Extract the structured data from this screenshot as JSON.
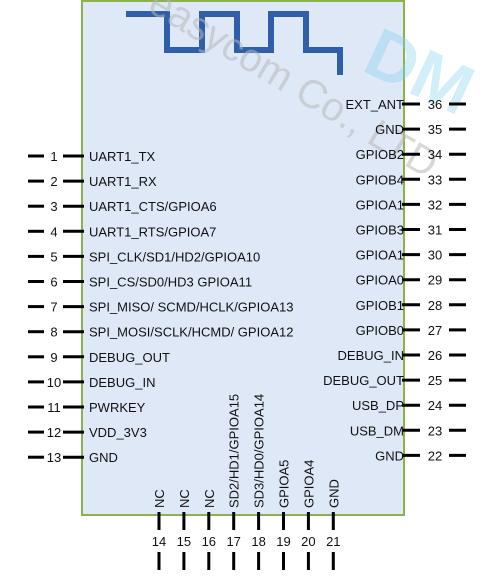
{
  "colors": {
    "module_fill": "#dfe8f7",
    "module_border": "#8cb24a",
    "antenna": "#2e5fa8",
    "pin_line": "#000000",
    "watermark": "#b8b8b8",
    "logo_watermark": "#7fd0ee"
  },
  "watermark": {
    "text": "easycom Co., LTD",
    "logo": "DM"
  },
  "antenna": {
    "icon": "meander-antenna"
  },
  "pins_left": [
    {
      "num": "1",
      "name": "UART1_TX"
    },
    {
      "num": "2",
      "name": "UART1_RX"
    },
    {
      "num": "3",
      "name": "UART1_CTS/GPIOA6"
    },
    {
      "num": "4",
      "name": "UART1_RTS/GPIOA7"
    },
    {
      "num": "5",
      "name": "SPI_CLK/SD1/HD2/GPIOA10"
    },
    {
      "num": "6",
      "name": "SPI_CS/SD0/HD3 GPIOA11"
    },
    {
      "num": "7",
      "name": "SPI_MISO/ SCMD/HCLK/GPIOA13"
    },
    {
      "num": "8",
      "name": "SPI_MOSI/SCLK/HCMD/ GPIOA12"
    },
    {
      "num": "9",
      "name": "DEBUG_OUT"
    },
    {
      "num": "10",
      "name": "DEBUG_IN"
    },
    {
      "num": "11",
      "name": "PWRKEY"
    },
    {
      "num": "12",
      "name": "VDD_3V3"
    },
    {
      "num": "13",
      "name": "GND"
    }
  ],
  "pins_bottom": [
    {
      "num": "14",
      "name": "NC"
    },
    {
      "num": "15",
      "name": "NC"
    },
    {
      "num": "16",
      "name": "NC"
    },
    {
      "num": "17",
      "name": "SD2/HD1/GPIOA15"
    },
    {
      "num": "18",
      "name": "SD3/HD0/GPIOA14"
    },
    {
      "num": "19",
      "name": "GPIOA5"
    },
    {
      "num": "20",
      "name": "GPIOA4"
    },
    {
      "num": "21",
      "name": "GND"
    }
  ],
  "pins_right": [
    {
      "num": "36",
      "name": "EXT_ANT"
    },
    {
      "num": "35",
      "name": "GND"
    },
    {
      "num": "34",
      "name": "GPIOB2"
    },
    {
      "num": "33",
      "name": "GPIOB4"
    },
    {
      "num": "32",
      "name": "GPIOA1"
    },
    {
      "num": "31",
      "name": "GPIOB3"
    },
    {
      "num": "30",
      "name": "GPIOA1"
    },
    {
      "num": "29",
      "name": "GPIOA0"
    },
    {
      "num": "28",
      "name": "GPIOB1"
    },
    {
      "num": "27",
      "name": "GPIOB0"
    },
    {
      "num": "26",
      "name": "DEBUG_IN"
    },
    {
      "num": "25",
      "name": "DEBUG_OUT"
    },
    {
      "num": "24",
      "name": "USB_DP"
    },
    {
      "num": "23",
      "name": "USB_DM"
    },
    {
      "num": "22",
      "name": "GND"
    }
  ]
}
